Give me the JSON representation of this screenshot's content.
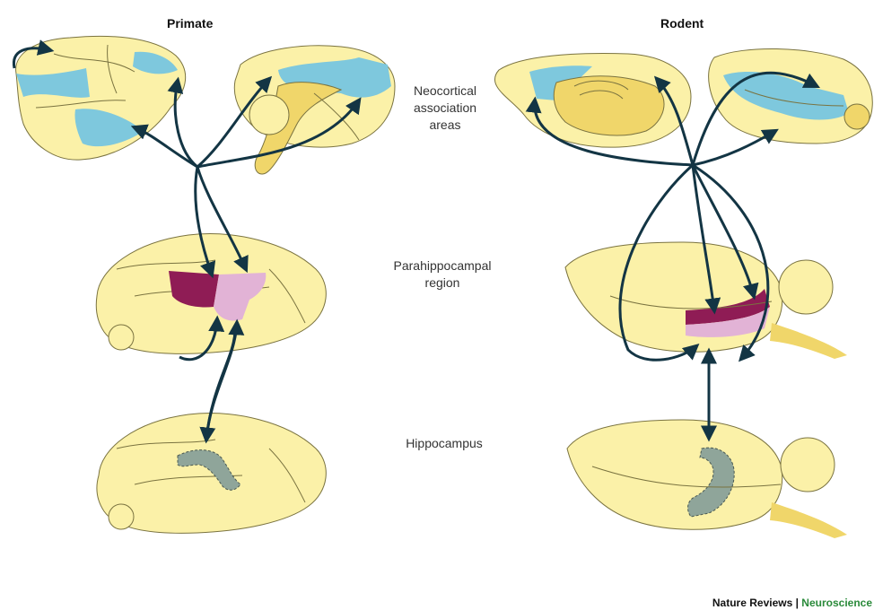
{
  "titles": {
    "primate": "Primate",
    "rodent": "Rodent"
  },
  "row_labels": {
    "neocortical": "Neocortical\nassociation\nareas",
    "parahippocampal": "Parahippocampal\nregion",
    "hippocampus": "Hippocampus"
  },
  "footer": {
    "journal": "Nature Reviews",
    "separator": " | ",
    "section": "Neuroscience"
  },
  "colors": {
    "brain_fill": "#fbf1a8",
    "brain_dark": "#f0d66a",
    "outline": "#7a7340",
    "association_blue": "#7ec8dd",
    "arrow": "#133544",
    "parahippo_dark": "#8f1c55",
    "parahippo_light": "#e2b3d6",
    "hippocampus_grey": "#8fa59a",
    "footer_green": "#2a8a3a"
  }
}
